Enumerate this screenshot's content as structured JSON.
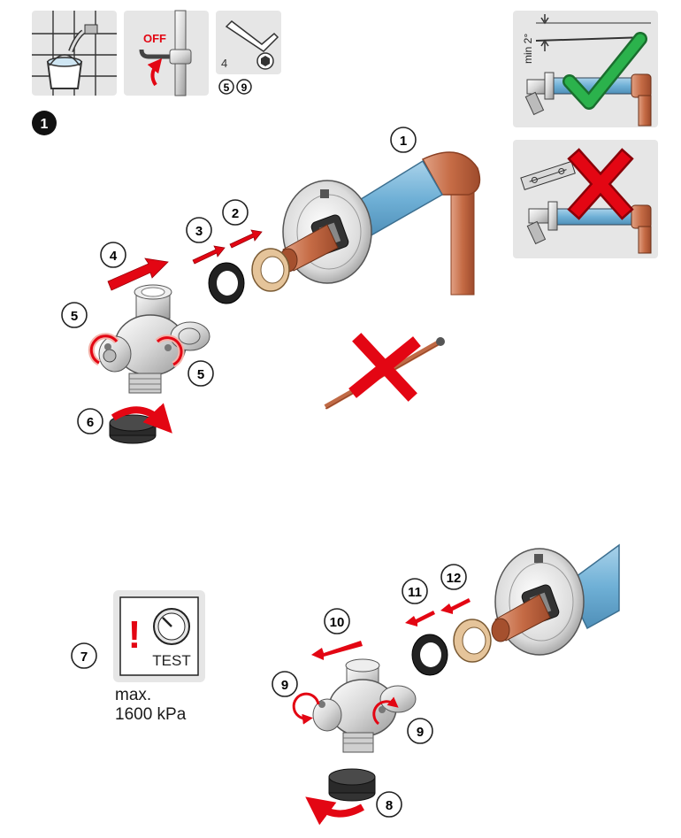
{
  "panels": {
    "valve_off_label": "OFF",
    "hex_key_size": "4",
    "hex_key_steps": [
      "5",
      "9"
    ],
    "slope_label": "min 2°"
  },
  "main_step": "1",
  "callouts": {
    "c1": "1",
    "c2": "2",
    "c3": "3",
    "c4": "4",
    "c5a": "5",
    "c5b": "5",
    "c6": "6",
    "c7": "7",
    "c8": "8",
    "c9a": "9",
    "c9b": "9",
    "c10": "10",
    "c11": "11",
    "c12": "12"
  },
  "test_box": {
    "label": "TEST",
    "warning_glyph": "!"
  },
  "pressure_note": {
    "line1": "max.",
    "line2": "1600 kPa"
  },
  "colors": {
    "pipe_blue": "#7fb7d8",
    "copper": "#c06a45",
    "red": "#e30613",
    "green": "#2bb24c",
    "panel_gray": "#e6e6e6"
  }
}
